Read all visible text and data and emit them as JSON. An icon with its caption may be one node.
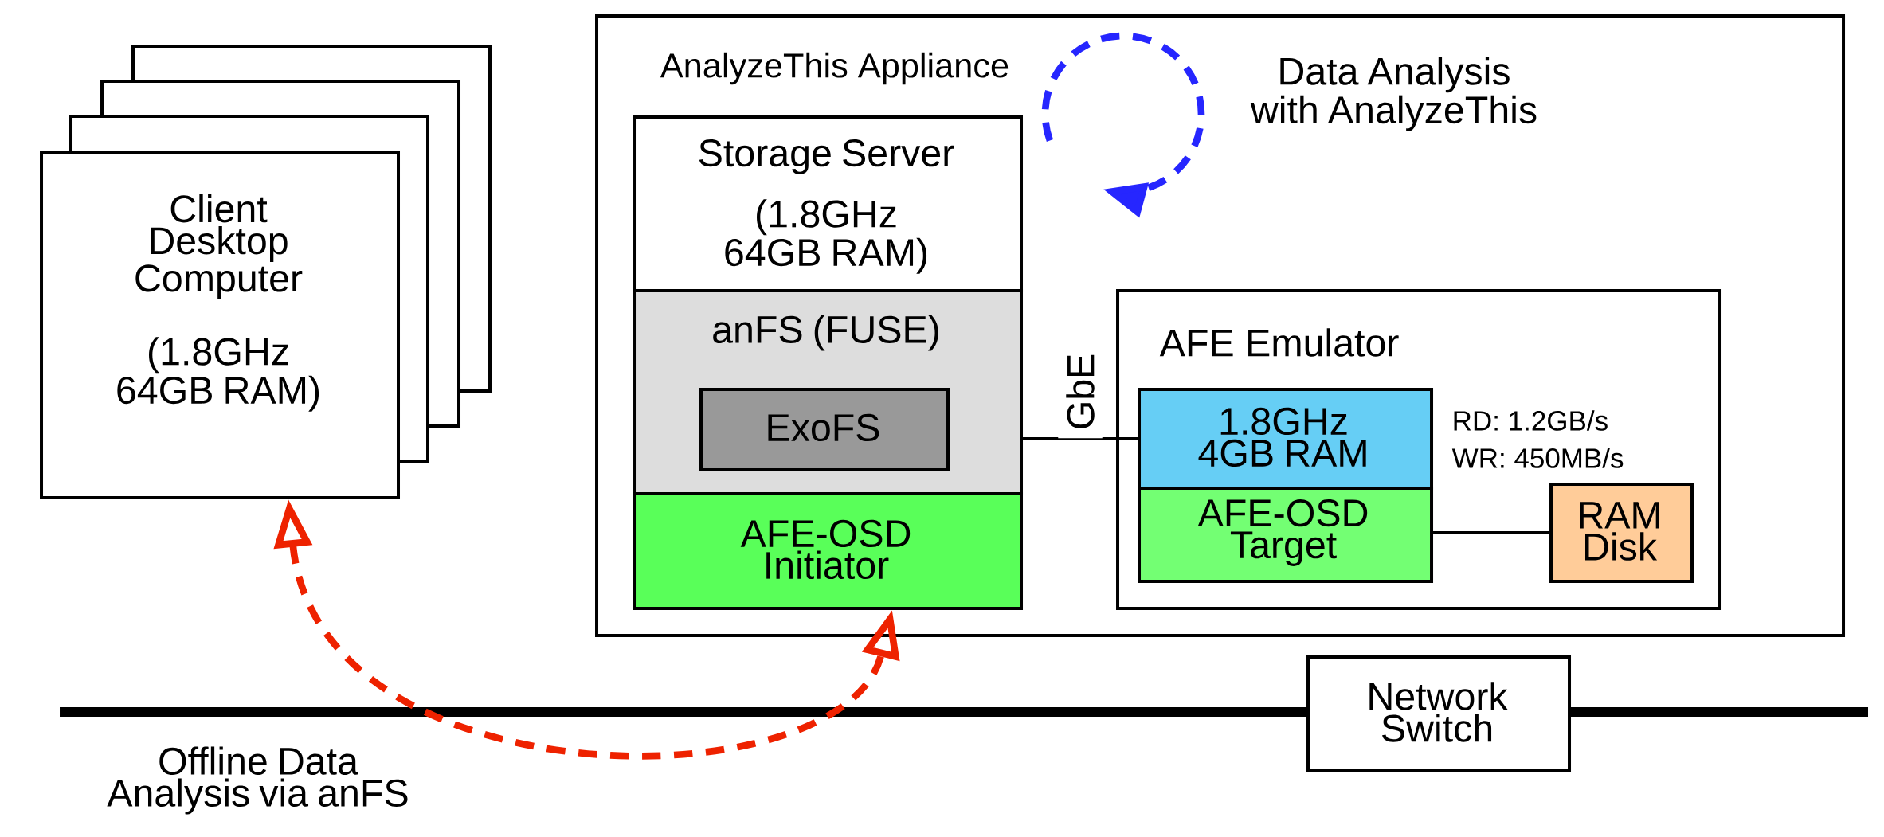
{
  "diagram": {
    "nodes": [
      {
        "text": [
          "Client Desktop Computer",
          "(1.8GHz 64GB RAM)"
        ]
      },
      {
        "text": [
          "AnalyzeThis Appliance"
        ]
      },
      {
        "text": [
          "Storage Server",
          "(1.8GHz 64GB RAM)"
        ],
        "in": 1
      },
      {
        "text": [
          "anFS (FUSE)"
        ],
        "in": 1
      },
      {
        "text": [
          "ExoFS"
        ],
        "in": 3
      },
      {
        "text": [
          "AFE-OSD Initiator"
        ],
        "in": 1
      },
      {
        "text": [
          "AFE Emulator"
        ],
        "in": 1
      },
      {
        "text": [
          "1.8GHz 4GB RAM"
        ],
        "in": 6
      },
      {
        "text": [
          "AFE-OSD Target"
        ],
        "in": 6
      },
      {
        "text": [
          "RAM Disk"
        ],
        "in": 6
      },
      {
        "text": [
          "Network Switch"
        ]
      }
    ],
    "edges": [
      {
        "from": 3,
        "to": 7,
        "arrow": "none",
        "label": "GbE"
      },
      {
        "from": 8,
        "to": 9,
        "arrow": "none"
      },
      {
        "from": 0,
        "to": 5,
        "arrow": "both",
        "style": "dashed",
        "color": "#ee2200"
      }
    ],
    "labels": [
      "Data Analysis with AnalyzeThis",
      "RD: 1.2GB/s",
      "WR: 450MB/s",
      "Offline Data Analysis via anFS"
    ]
  }
}
